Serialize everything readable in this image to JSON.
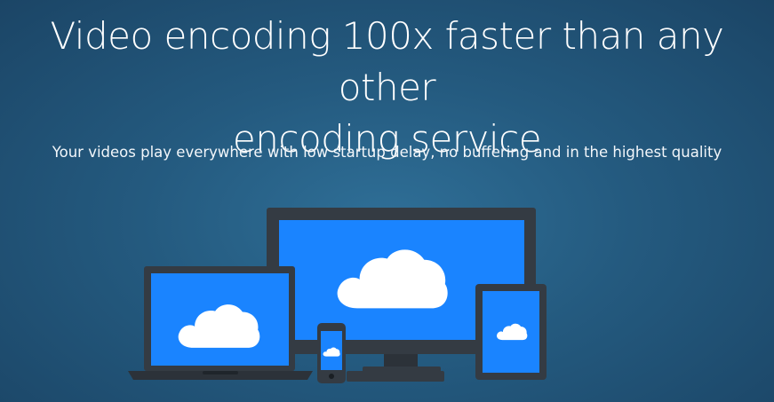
{
  "hero": {
    "headline_line1": "Video encoding 100x faster than any other",
    "headline_line2": "encoding service",
    "subheadline": "Your videos play everywhere with low startup delay, no buffering and in the highest quality"
  },
  "illustration": {
    "device_names": [
      "laptop",
      "tv-monitor",
      "smartphone",
      "tablet"
    ],
    "icon": "cloud-icon",
    "colors": {
      "background": "#245a7f",
      "device_frame": "#343b43",
      "screen": "#1a84ff",
      "cloud": "#ffffff"
    }
  }
}
